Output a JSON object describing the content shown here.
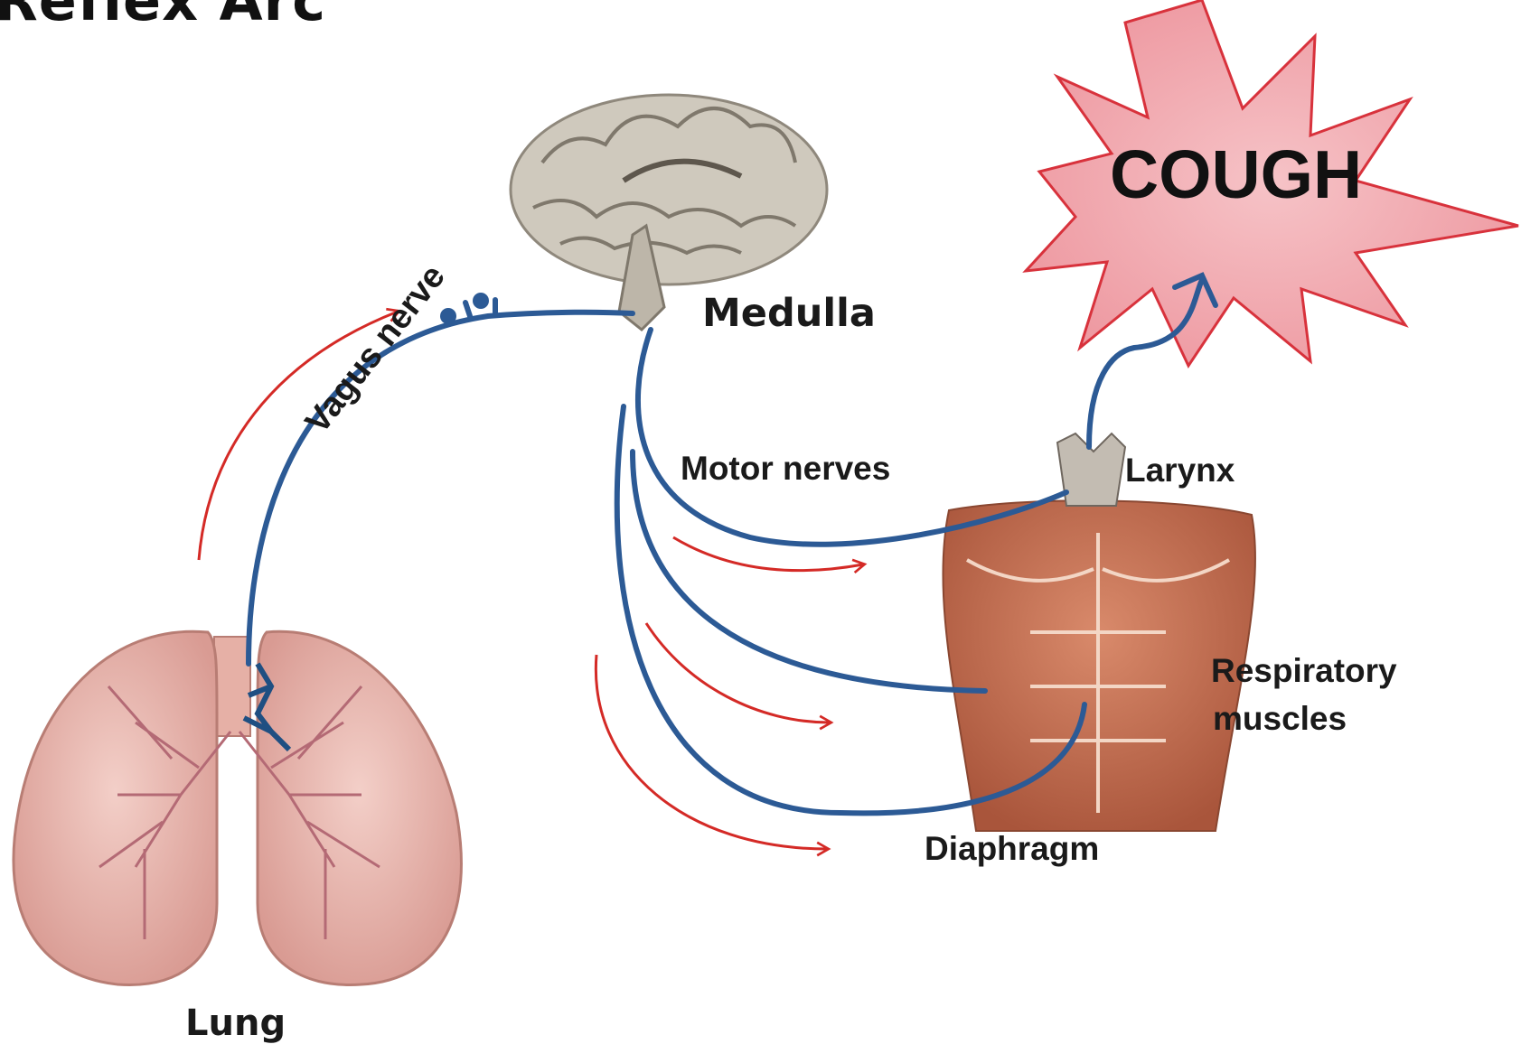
{
  "title": "Reflex Arc",
  "labels": {
    "medulla": "Medulla",
    "vagus": "Vagus nerve",
    "motor": "Motor nerves",
    "larynx": "Larynx",
    "respiratory_line1": "Respiratory",
    "respiratory_line2": "muscles",
    "diaphragm": "Diaphragm",
    "lung": "Lung",
    "cough": "COUGH"
  },
  "colors": {
    "nerve": "#2c5a95",
    "arrow": "#d42a26",
    "burst_fill": "#f2aeb3",
    "burst_stroke": "#d8323c",
    "lung": "#e9b7b0",
    "muscle": "#c8684a",
    "brain": "#cfc9bd"
  }
}
